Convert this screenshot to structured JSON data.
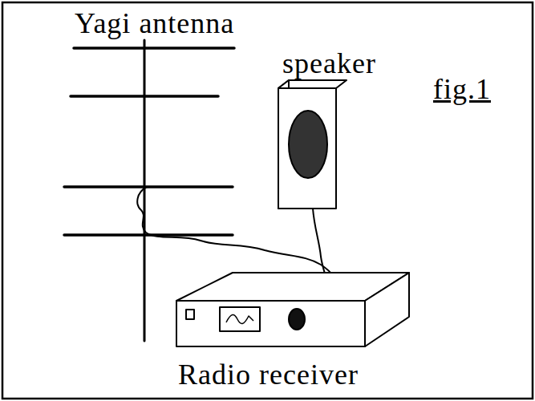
{
  "diagram": {
    "labels": [
      "Yagi antenna",
      "speaker",
      "fig.1",
      "Radio receiver"
    ]
  }
}
